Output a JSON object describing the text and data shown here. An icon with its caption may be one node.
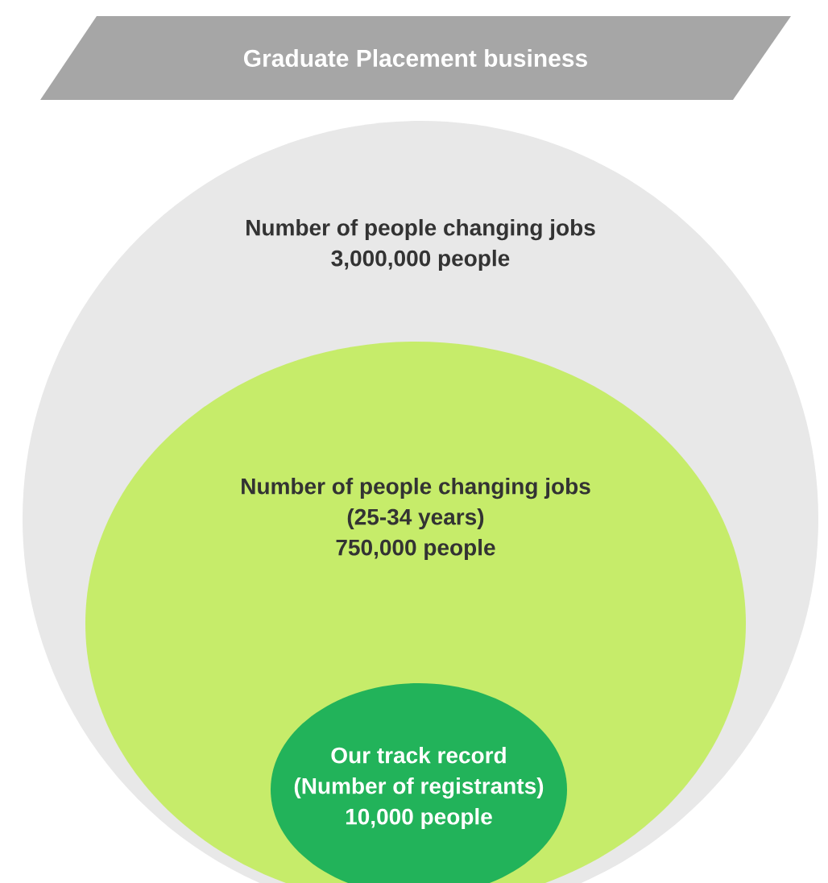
{
  "diagram": {
    "nodes": [
      {
        "text": [
          "Graduate Placement business"
        ]
      },
      {
        "text": [
          "Number of people changing jobs 3,000,000 people"
        ]
      },
      {
        "text": [
          "Number of people changing jobs (25-34 years) 750,000 people"
        ],
        "in": 1
      },
      {
        "text": [
          "Our track record (Number of registrants) 10,000 people"
        ],
        "in": 2
      }
    ],
    "edges": []
  }
}
